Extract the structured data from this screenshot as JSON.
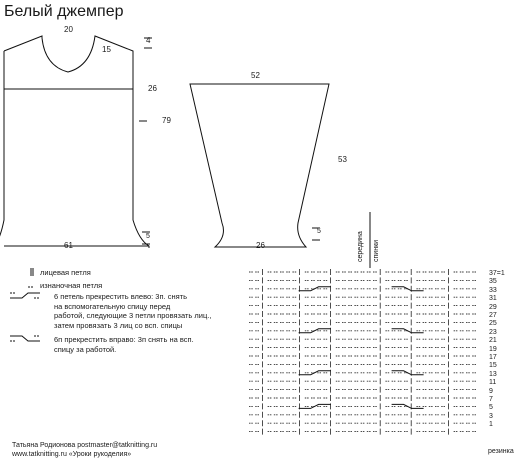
{
  "title": "Белый джемпер",
  "front": {
    "neck_width": "20",
    "neck_depth": "15",
    "shoulder_slope": "4",
    "armhole_depth": "26",
    "length": "79",
    "hem": "61",
    "cuff_height": "5"
  },
  "sleeve": {
    "top_width": "52",
    "length": "53",
    "cuff_width": "26",
    "cuff_height": "5"
  },
  "chart": {
    "center_label_1": "середина",
    "center_label_2": "спинки",
    "rows": [
      "37=1",
      "35",
      "33",
      "31",
      "29",
      "27",
      "25",
      "23",
      "21",
      "19",
      "17",
      "15",
      "13",
      "11",
      "9",
      "7",
      "5",
      "3",
      "1"
    ],
    "rib_label": "резинка"
  },
  "legend": {
    "knit": "лицевая петля",
    "purl": "изнаночная петля",
    "cable_left": [
      "6 петель прекрестить влево: 3п. снять",
      "на вспомогательную спицу перед",
      "работой, следующие 3 петли провязать лиц.,",
      "затем провязать 3 лиц со всп. спицы"
    ],
    "cable_right": [
      "6п прекрестить вправо: 3п снять на всп.",
      "спицу за работой."
    ]
  },
  "footer": {
    "line1": "Татьяна Родионова  postmaster@tatknitting.ru",
    "line2": "www.tatknitting.ru  «Уроки рукоделия»"
  }
}
